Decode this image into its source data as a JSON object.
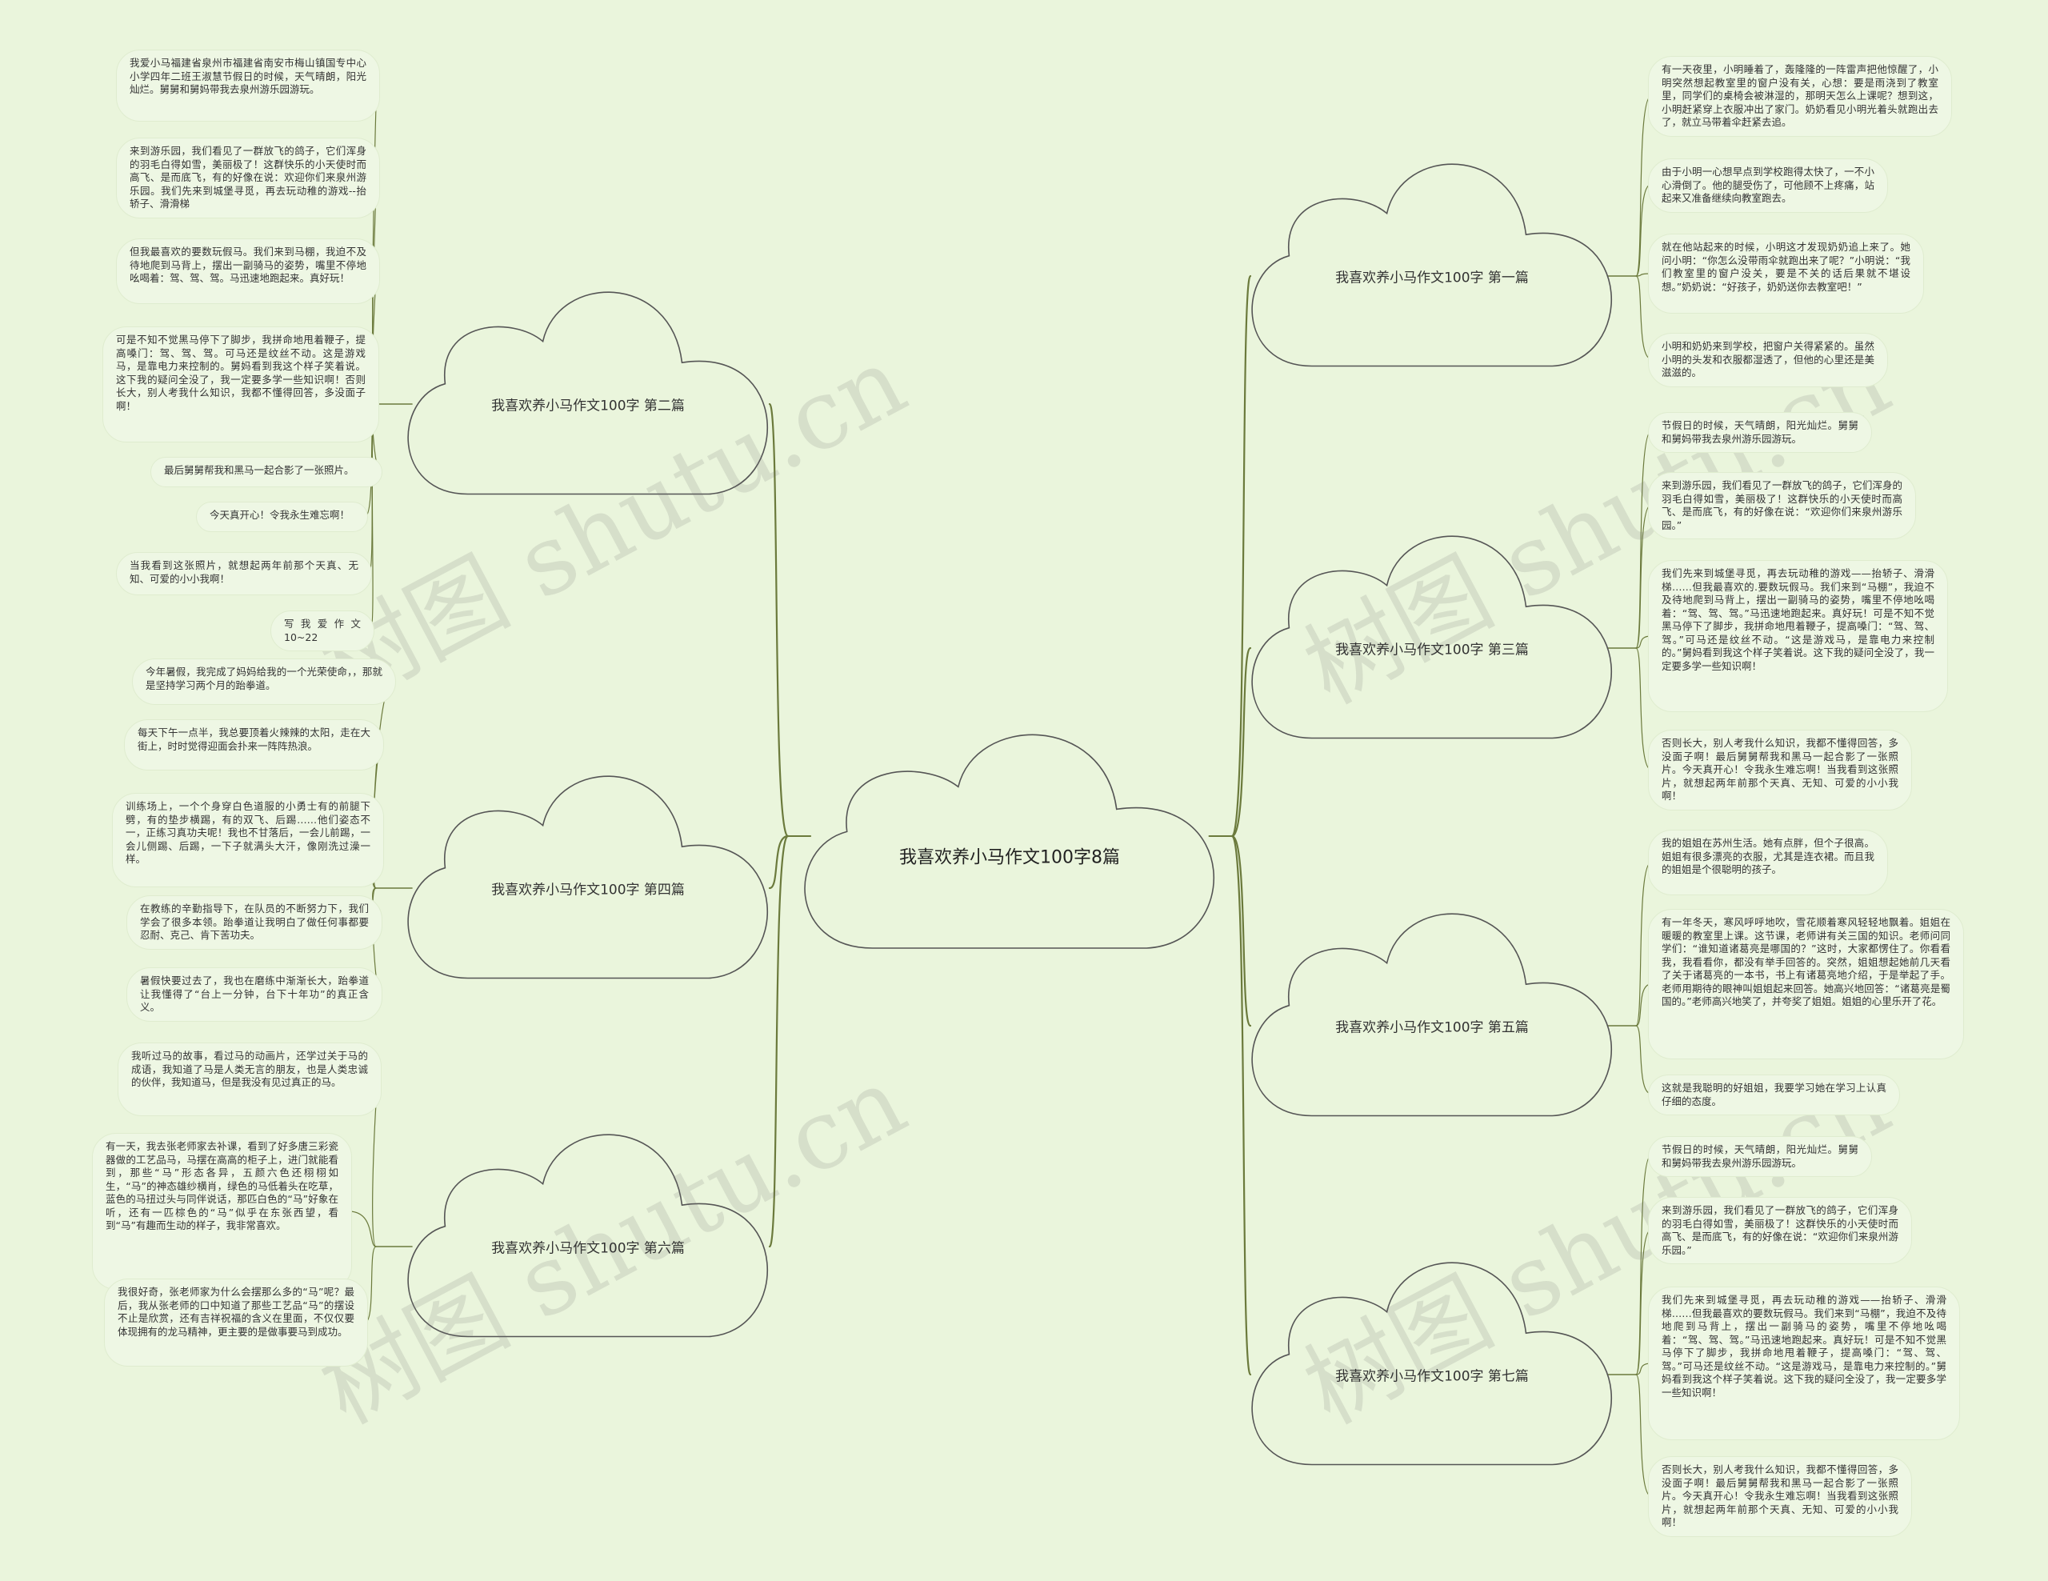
{
  "watermark": "树图 shutu.cn",
  "colors": {
    "background": "#eaf5dc",
    "connector": "#6b7a3c",
    "cloud_stroke": "#555555",
    "cloud_fill": "#eaf5dc"
  },
  "center": {
    "title": "我喜欢养小马作文100字8篇"
  },
  "branches": [
    {
      "title": "我喜欢养小马作文100字 第一篇",
      "leaves": [
        "有一天夜里，小明睡着了，轰隆隆的一阵雷声把他惊醒了，小明突然想起教室里的窗户没有关，心想：要是雨浇到了教室里，同学们的桌椅会被淋湿的，那明天怎么上课呢？想到这，小明赶紧穿上衣服冲出了家门。奶奶看见小明光着头就跑出去了，就立马带着伞赶紧去追。",
        "由于小明一心想早点到学校跑得太快了，一不小心滑倒了。他的腿受伤了，可他顾不上疼痛，站起来又准备继续向教室跑去。",
        "就在他站起来的时候，小明这才发现奶奶追上来了。她问小明：“你怎么没带雨伞就跑出来了呢？”小明说：“我们教室里的窗户没关，要是不关的话后果就不堪设想。”奶奶说：“好孩子，奶奶送你去教室吧！”",
        "小明和奶奶来到学校，把窗户关得紧紧的。虽然小明的头发和衣服都湿透了，但他的心里还是美滋滋的。"
      ]
    },
    {
      "title": "我喜欢养小马作文100字 第三篇",
      "leaves": [
        "节假日的时候，天气晴朗，阳光灿烂。舅舅和舅妈带我去泉州游乐园游玩。",
        "来到游乐园，我们看见了一群放飞的鸽子，它们浑身的羽毛白得如雪，美丽极了！这群快乐的小天使时而高飞、是而底飞，有的好像在说：“欢迎你们来泉州游乐园。”",
        "我们先来到城堡寻觅，再去玩动稚的游戏——抬轿子、滑滑梯……但我最喜欢的.要数玩假马。我们来到“马棚”，我迫不及待地爬到马背上，摆出一副骑马的姿势，嘴里不停地吆喝着：“驾、驾、驾。”马迅速地跑起来。真好玩！可是不知不觉黑马停下了脚步，我拼命地甩着鞭子，提高嗓门：“驾、驾、驾。”可马还是纹丝不动。“这是游戏马，是靠电力来控制的。”舅妈看到我这个样子笑着说。这下我的疑问全没了，我一定要多学一些知识啊！",
        "否则长大，别人考我什么知识，我都不懂得回答，多没面子啊！最后舅舅帮我和黑马一起合影了一张照片。今天真开心！令我永生难忘啊！当我看到这张照片，就想起两年前那个天真、无知、可爱的小小我啊！"
      ]
    },
    {
      "title": "我喜欢养小马作文100字 第五篇",
      "leaves": [
        "我的姐姐在苏州生活。她有点胖，但个子很高。姐姐有很多漂亮的衣服，尤其是连衣裙。而且我的姐姐是个很聪明的孩子。",
        "有一年冬天，寒风呼呼地吹，雪花顺着寒风轻轻地飘着。姐姐在暖暖的教室里上课。这节课，老师讲有关三国的知识。老师问同学们：“谁知道诸葛亮是哪国的？”这时，大家都愣住了。你看看我，我看看你，都没有举手回答的。突然，姐姐想起她前几天看了关于诸葛亮的一本书，书上有诸葛亮地介绍，于是举起了手。老师用期待的眼神叫姐姐起来回答。她高兴地回答：“诸葛亮是蜀国的。”老师高兴地笑了，并夸奖了姐姐。姐姐的心里乐开了花。",
        "这就是我聪明的好姐姐，我要学习她在学习上认真仔细的态度。"
      ]
    },
    {
      "title": "我喜欢养小马作文100字 第七篇",
      "leaves": [
        "节假日的时候，天气晴朗，阳光灿烂。舅舅和舅妈带我去泉州游乐园游玩。",
        "来到游乐园，我们看见了一群放飞的鸽子，它们浑身的羽毛白得如雪，美丽极了！这群快乐的小天使时而高飞、是而底飞，有的好像在说：“欢迎你们来泉州游乐园。”",
        "我们先来到城堡寻觅，再去玩动稚的游戏——抬轿子、滑滑梯……但我最喜欢的要数玩假马。我们来到“马棚”，我迫不及待地爬到马背上，摆出一副骑马的姿势，嘴里不停地吆喝着：“驾、驾、驾。”马迅速地跑起来。真好玩！可是不知不觉黑马停下了脚步，我拼命地甩着鞭子，提高嗓门：“驾、驾、驾。”可马还是纹丝不动。“这是游戏马，是靠电力来控制的。”舅妈看到我这个样子笑着说。这下我的疑问全没了，我一定要多学一些知识啊！",
        "否则长大，别人考我什么知识，我都不懂得回答，多没面子啊！最后舅舅帮我和黑马一起合影了一张照片。今天真开心！令我永生难忘啊！当我看到这张照片，就想起两年前那个天真、无知、可爱的小小我啊！"
      ]
    },
    {
      "title": "我喜欢养小马作文100字 第二篇",
      "leaves": [
        "我爱小马福建省泉州市福建省南安市梅山镇国专中心小学四年二班王淑慧节假日的时候，天气晴朗，阳光灿烂。舅舅和舅妈带我去泉州游乐园游玩。",
        "来到游乐园，我们看见了一群放飞的鸽子，它们浑身的羽毛白得如雪，美丽极了！这群快乐的小天使时而高飞、是而底飞，有的好像在说：欢迎你们来泉州游乐园。我们先来到城堡寻觅，再去玩动稚的游戏--抬轿子、滑滑梯",
        "但我最喜欢的要数玩假马。我们来到马棚，我迫不及待地爬到马背上，摆出一副骑马的姿势，嘴里不停地吆喝着：驾、驾、驾。马迅速地跑起来。真好玩！",
        "可是不知不觉黑马停下了脚步，我拼命地甩着鞭子，提高嗓门：驾、驾、驾。可马还是纹丝不动。这是游戏马，是靠电力来控制的。舅妈看到我这个样子笑着说。这下我的疑问全没了，我一定要多学一些知识啊！否则长大，别人考我什么知识，我都不懂得回答，多没面子啊！",
        "最后舅舅帮我和黑马一起合影了一张照片。",
        "今天真开心！令我永生难忘啊！",
        "当我看到这张照片，就想起两年前那个天真、无知、可爱的小小我啊！",
        "写我爱作文10~22"
      ]
    },
    {
      "title": "我喜欢养小马作文100字 第四篇",
      "leaves": [
        "今年暑假，我完成了妈妈给我的一个光荣使命，，那就是坚持学习两个月的跆拳道。",
        "每天下午一点半，我总要顶着火辣辣的太阳，走在大街上，时时觉得迎面会扑来一阵阵热浪。",
        "训练场上，一个个身穿白色道服的小勇士有的前腿下劈，有的垫步横踢，有的双飞、后踢……他们姿态不一，正练习真功夫呢！我也不甘落后，一会儿前踢，一会儿侧踢、后踢，一下子就满头大汗，像刚洗过澡一样。",
        "在教练的辛勤指导下，在队员的不断努力下，我们学会了很多本领。跆拳道让我明白了做任何事都要忍耐、克己、肯下苦功夫。",
        "暑假快要过去了，我也在磨练中渐渐长大，跆拳道让我懂得了“台上一分钟，台下十年功”的真正含义。"
      ]
    },
    {
      "title": "我喜欢养小马作文100字 第六篇",
      "leaves": [
        "我听过马的故事，看过马的动画片，还学过关于马的成语，我知道了马是人类无言的朋友，也是人类忠诚的伙伴，我知道马，但是我没有见过真正的马。",
        "有一天，我去张老师家去补课，看到了好多唐三彩瓷器做的工艺品马，马摆在高高的柜子上，进门就能看到，那些“马”形态各异，五颜六色还栩栩如生，“马”的神态雄纱横肖，绿色的马低着头在吃草，蓝色的马扭过头与同伴说话，那匹白色的“马”好象在听，还有一匹棕色的“马”似乎在东张西望，看到“马”有趣而生动的样子，我非常喜欢。",
        "我很好奇，张老师家为什么会摆那么多的“马”呢？最后，我从张老师的口中知道了那些工艺品“马”的摆设不止是欣赏，还有吉祥祝福的含义在里面，不仅仅要体现拥有的龙马精神，更主要的是做事要马到成功。"
      ]
    }
  ]
}
